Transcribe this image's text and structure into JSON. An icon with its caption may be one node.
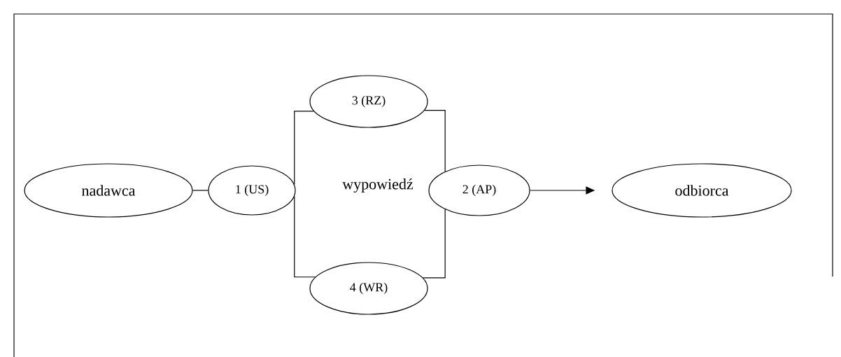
{
  "diagram": {
    "nodes": [
      {
        "text": [
          "nadawca"
        ]
      },
      {
        "text": [
          "1 (US)"
        ]
      },
      {
        "text": [
          "3 (RZ)"
        ]
      },
      {
        "text": [
          "4 (WR)"
        ]
      },
      {
        "text": [
          "2 (AP)"
        ]
      },
      {
        "text": [
          "odbiorca"
        ]
      }
    ],
    "edges": [
      {
        "from": 0,
        "to": 1,
        "arrow": "none"
      },
      {
        "from": 1,
        "to": 2,
        "arrow": "none"
      },
      {
        "from": 1,
        "to": 3,
        "arrow": "none"
      },
      {
        "from": 2,
        "to": 4,
        "arrow": "none"
      },
      {
        "from": 3,
        "to": 4,
        "arrow": "none"
      },
      {
        "from": 4,
        "to": 5,
        "arrow": "to"
      }
    ],
    "labels": [
      "wypowiedź"
    ]
  }
}
